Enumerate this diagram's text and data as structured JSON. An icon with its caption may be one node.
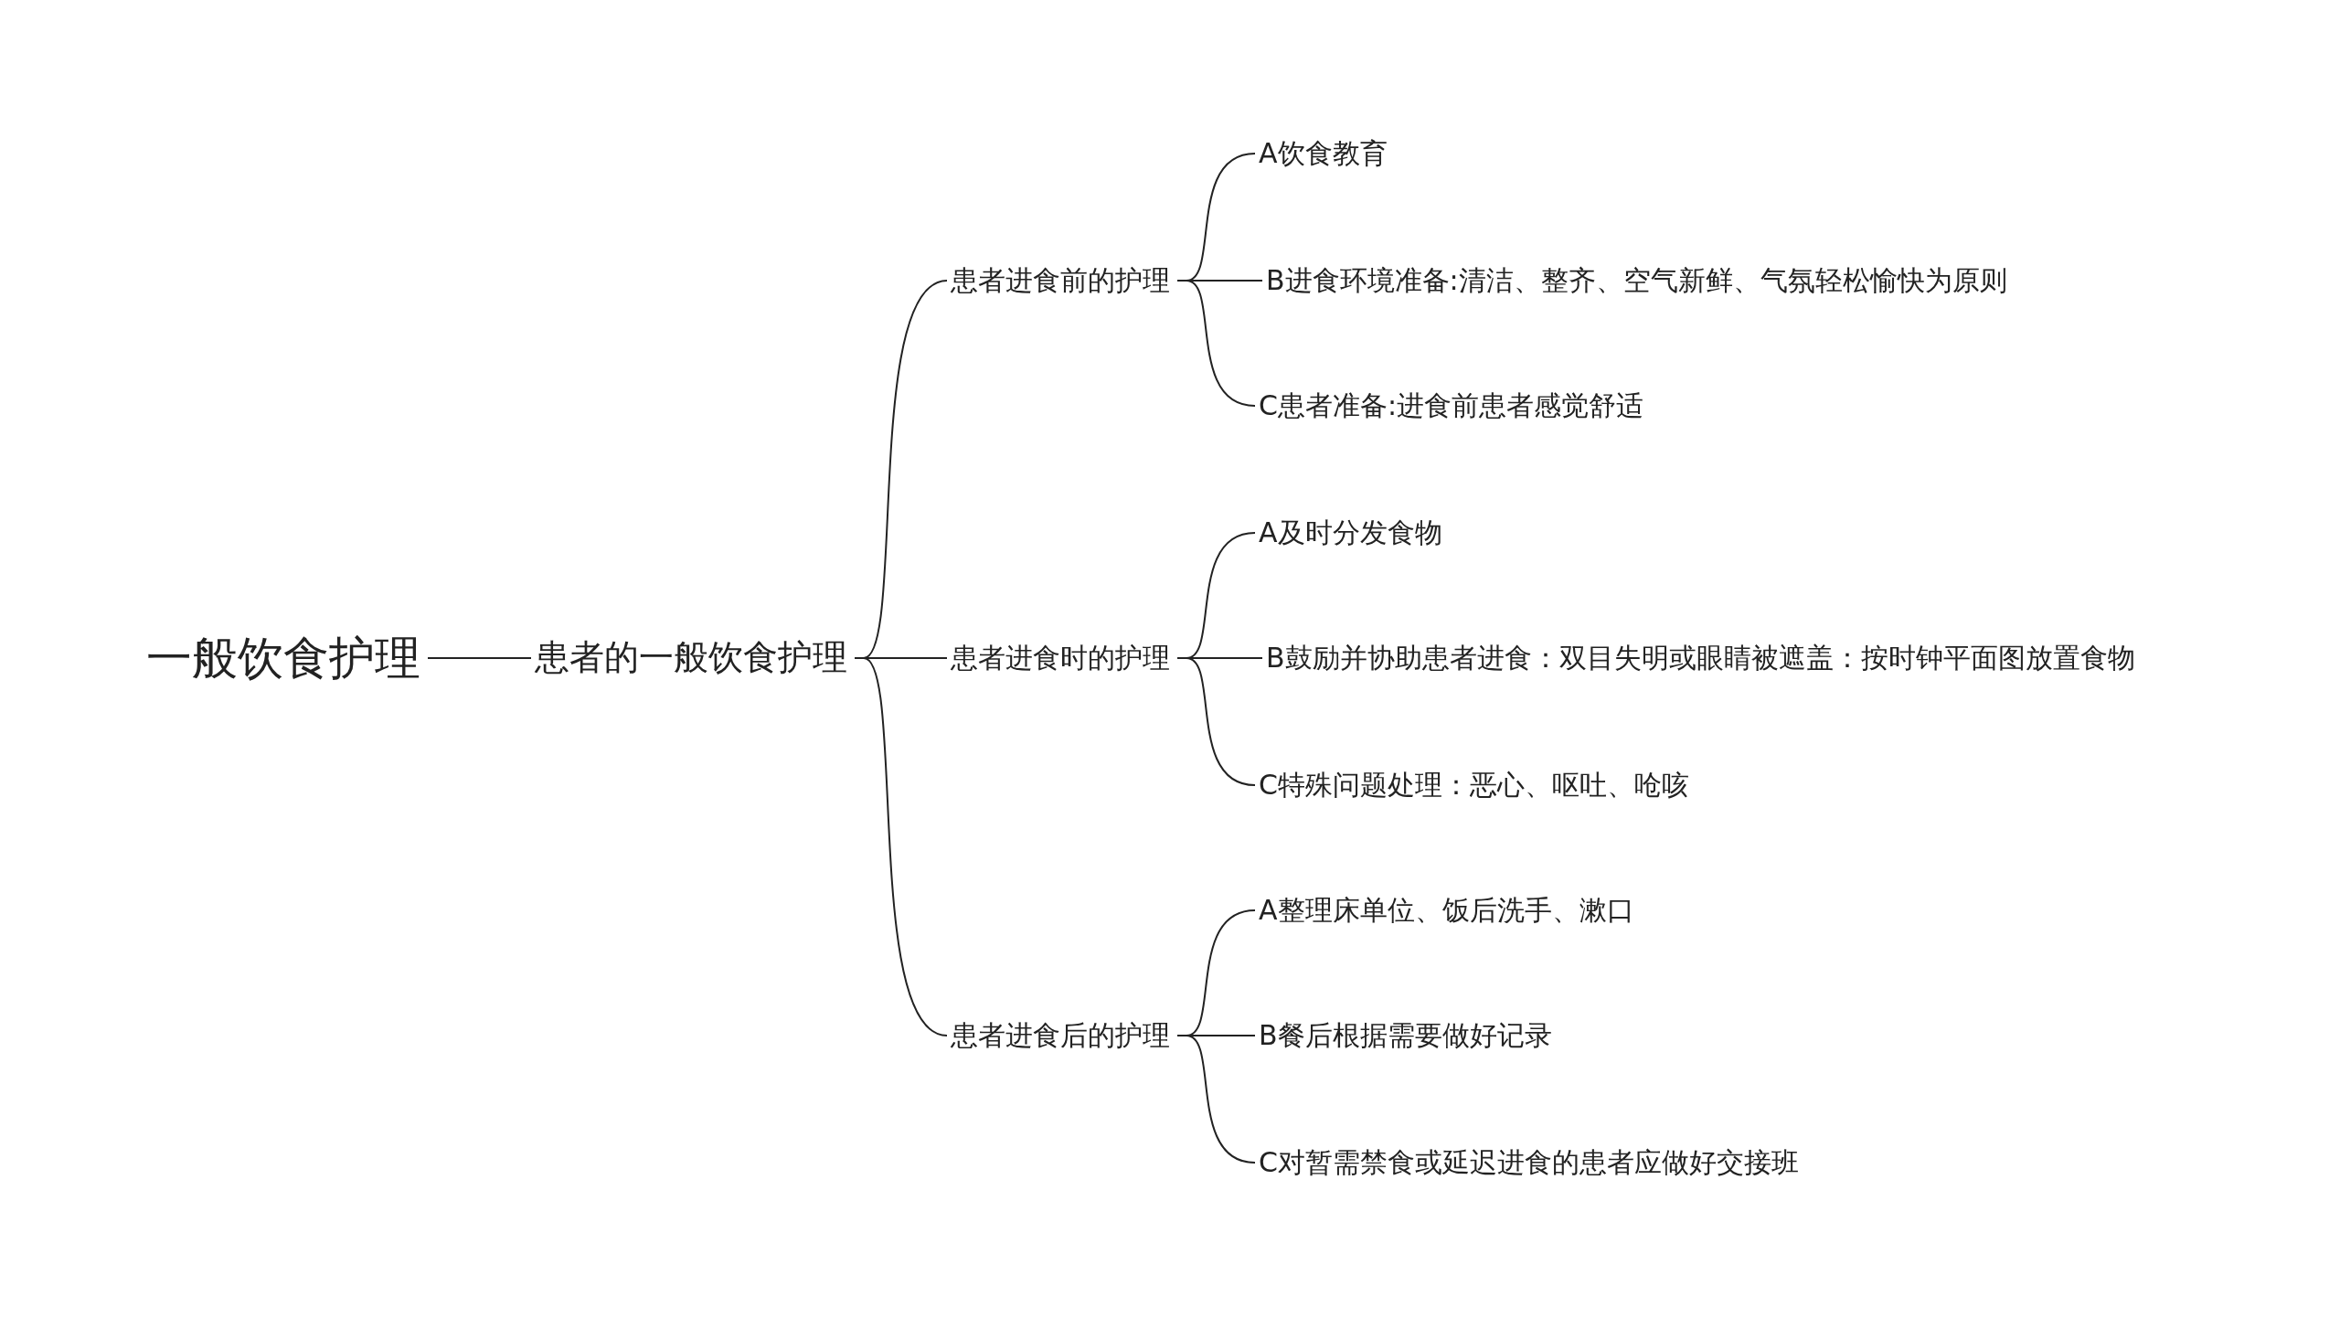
{
  "diagram": {
    "nodes": [
      {
        "text": [
          "一般饮食护理"
        ]
      },
      {
        "text": [
          "患者的一般饮食护理"
        ]
      },
      {
        "text": [
          "患者进食前的护理"
        ]
      },
      {
        "text": [
          "A饮食教育"
        ]
      },
      {
        "text": [
          "B进食环境准备:清洁、整齐、空气新鲜、气氛轻松愉快为原则"
        ]
      },
      {
        "text": [
          "C患者准备:进食前患者感觉舒适"
        ]
      },
      {
        "text": [
          "患者进食时的护理"
        ]
      },
      {
        "text": [
          "A及时分发食物"
        ]
      },
      {
        "text": [
          "B鼓励并协助患者进食：双目失明或眼睛被遮盖：按时钟平面图放置食物"
        ]
      },
      {
        "text": [
          "C特殊问题处理：恶心、呕吐、呛咳"
        ]
      },
      {
        "text": [
          "患者进食后的护理"
        ]
      },
      {
        "text": [
          "A整理床单位、饭后洗手、漱口"
        ]
      },
      {
        "text": [
          "B餐后根据需要做好记录"
        ]
      },
      {
        "text": [
          "C对暂需禁食或延迟进食的患者应做好交接班"
        ]
      }
    ],
    "edges": [
      {
        "from": 0,
        "to": 1,
        "arrow": "none"
      },
      {
        "from": 1,
        "to": 2,
        "arrow": "none"
      },
      {
        "from": 1,
        "to": 6,
        "arrow": "none"
      },
      {
        "from": 1,
        "to": 10,
        "arrow": "none"
      },
      {
        "from": 2,
        "to": 3,
        "arrow": "none"
      },
      {
        "from": 2,
        "to": 4,
        "arrow": "none"
      },
      {
        "from": 2,
        "to": 5,
        "arrow": "none"
      },
      {
        "from": 6,
        "to": 7,
        "arrow": "none"
      },
      {
        "from": 6,
        "to": 8,
        "arrow": "none"
      },
      {
        "from": 6,
        "to": 9,
        "arrow": "none"
      },
      {
        "from": 10,
        "to": 11,
        "arrow": "none"
      },
      {
        "from": 10,
        "to": 12,
        "arrow": "none"
      },
      {
        "from": 10,
        "to": 13,
        "arrow": "none"
      }
    ]
  }
}
